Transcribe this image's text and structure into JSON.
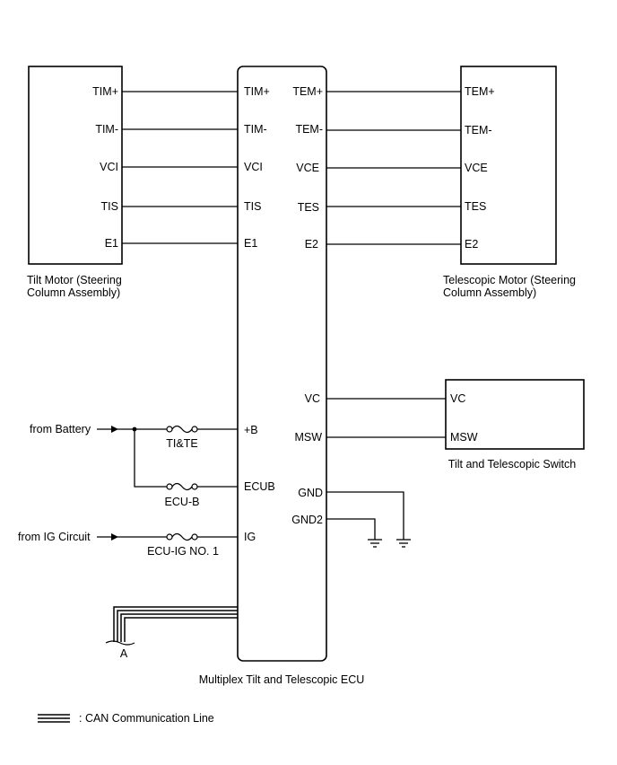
{
  "tilt_motor": {
    "caption_line1": "Tilt Motor (Steering",
    "caption_line2": "Column Assembly)",
    "pins": [
      "TIM+",
      "TIM-",
      "VCI",
      "TIS",
      "E1"
    ]
  },
  "ecu": {
    "caption": "Multiplex Tilt and Telescopic ECU",
    "left_pins": [
      "TIM+",
      "TIM-",
      "VCI",
      "TIS",
      "E1",
      "+B",
      "ECUB",
      "IG"
    ],
    "right_pins": [
      "TEM+",
      "TEM-",
      "VCE",
      "TES",
      "E2",
      "VC",
      "MSW",
      "GND",
      "GND2"
    ]
  },
  "telescopic_motor": {
    "caption_line1": "Telescopic Motor (Steering",
    "caption_line2": "Column Assembly)",
    "pins": [
      "TEM+",
      "TEM-",
      "VCE",
      "TES",
      "E2"
    ]
  },
  "switch": {
    "caption": "Tilt and Telescopic Switch",
    "pins": [
      "VC",
      "MSW"
    ]
  },
  "sources": {
    "battery": "from Battery",
    "ig_circuit": "from IG Circuit"
  },
  "fuses": {
    "tite": "TI&TE",
    "ecu_b": "ECU-B",
    "ecu_ig": "ECU-IG NO. 1"
  },
  "connector_label": "A",
  "legend": {
    "can_line": ": CAN Communication Line"
  }
}
